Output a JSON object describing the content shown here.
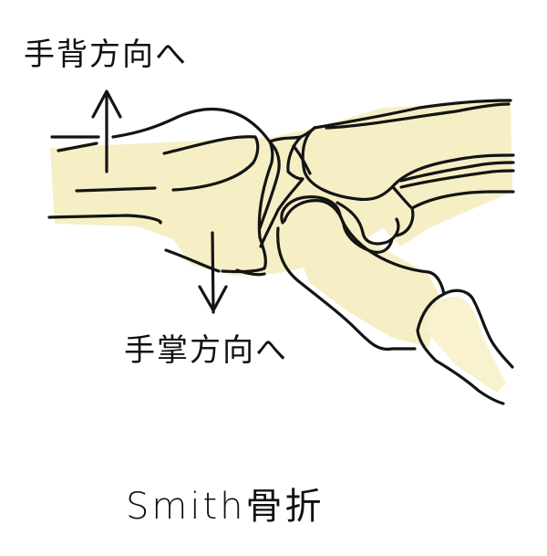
{
  "figure": {
    "title": "Smith骨折",
    "labels": {
      "dorsal_direction": "手背方向へ",
      "palmar_direction": "手掌方向へ"
    },
    "arrows": {
      "dorsal": "up-arrow",
      "palmar": "down-arrow"
    },
    "colors": {
      "bone_fill": "#f6efc5",
      "ink": "#141414",
      "background": "#ffffff"
    }
  }
}
